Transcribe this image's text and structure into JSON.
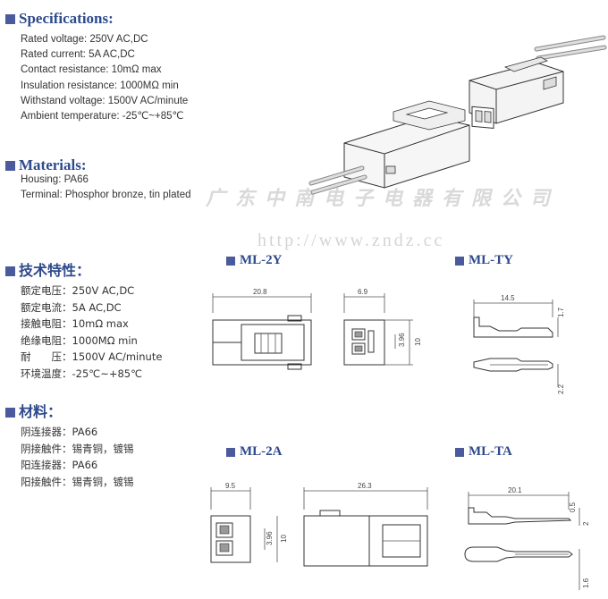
{
  "specifications": {
    "title": "Specifications:",
    "items": [
      "Rated voltage: 250V  AC,DC",
      "Rated current: 5A  AC,DC",
      "Contact resistance: 10mΩ max",
      "Insulation resistance: 1000MΩ  min",
      "Withstand voltage: 1500V  AC/minute",
      "Ambient temperature: -25℃~+85℃"
    ]
  },
  "materials": {
    "title": "Materials:",
    "items": [
      "Housing: PA66",
      "Terminal: Phosphor bronze, tin plated"
    ]
  },
  "cn_specifications": {
    "title": "技术特性：",
    "items": [
      "额定电压：250V  AC,DC",
      "额定电流：5A  AC,DC",
      "接触电阻：10mΩ max",
      "绝缘电阻：1000MΩ  min",
      "耐　　压：1500V  AC/minute",
      "环境温度：-25℃~+85℃"
    ]
  },
  "cn_materials": {
    "title": "材料：",
    "items": [
      "阴连接器：PA66",
      "阴接触件：锡青铜，镀锡",
      "阳连接器：PA66",
      "阳接触件：锡青铜，镀锡"
    ]
  },
  "watermark": {
    "company": "广东中南电子电器有限公司",
    "url": "http://www.zndz.cc"
  },
  "models": {
    "ml2y": {
      "label": "ML-2Y",
      "dims": {
        "length": "20.8",
        "width": "6.9",
        "pitch": "3.96",
        "height": "10"
      }
    },
    "mlty": {
      "label": "ML-TY",
      "dims": {
        "length": "14.5",
        "height": "1.7",
        "width": "2.2"
      }
    },
    "ml2a": {
      "label": "ML-2A",
      "dims": {
        "width": "9.5",
        "length": "26.3",
        "pitch": "3.96",
        "height": "10"
      }
    },
    "mlta": {
      "label": "ML-TA",
      "dims": {
        "length": "20.1",
        "thickness": "0.5",
        "width": "2",
        "pin": "1.6"
      }
    }
  }
}
